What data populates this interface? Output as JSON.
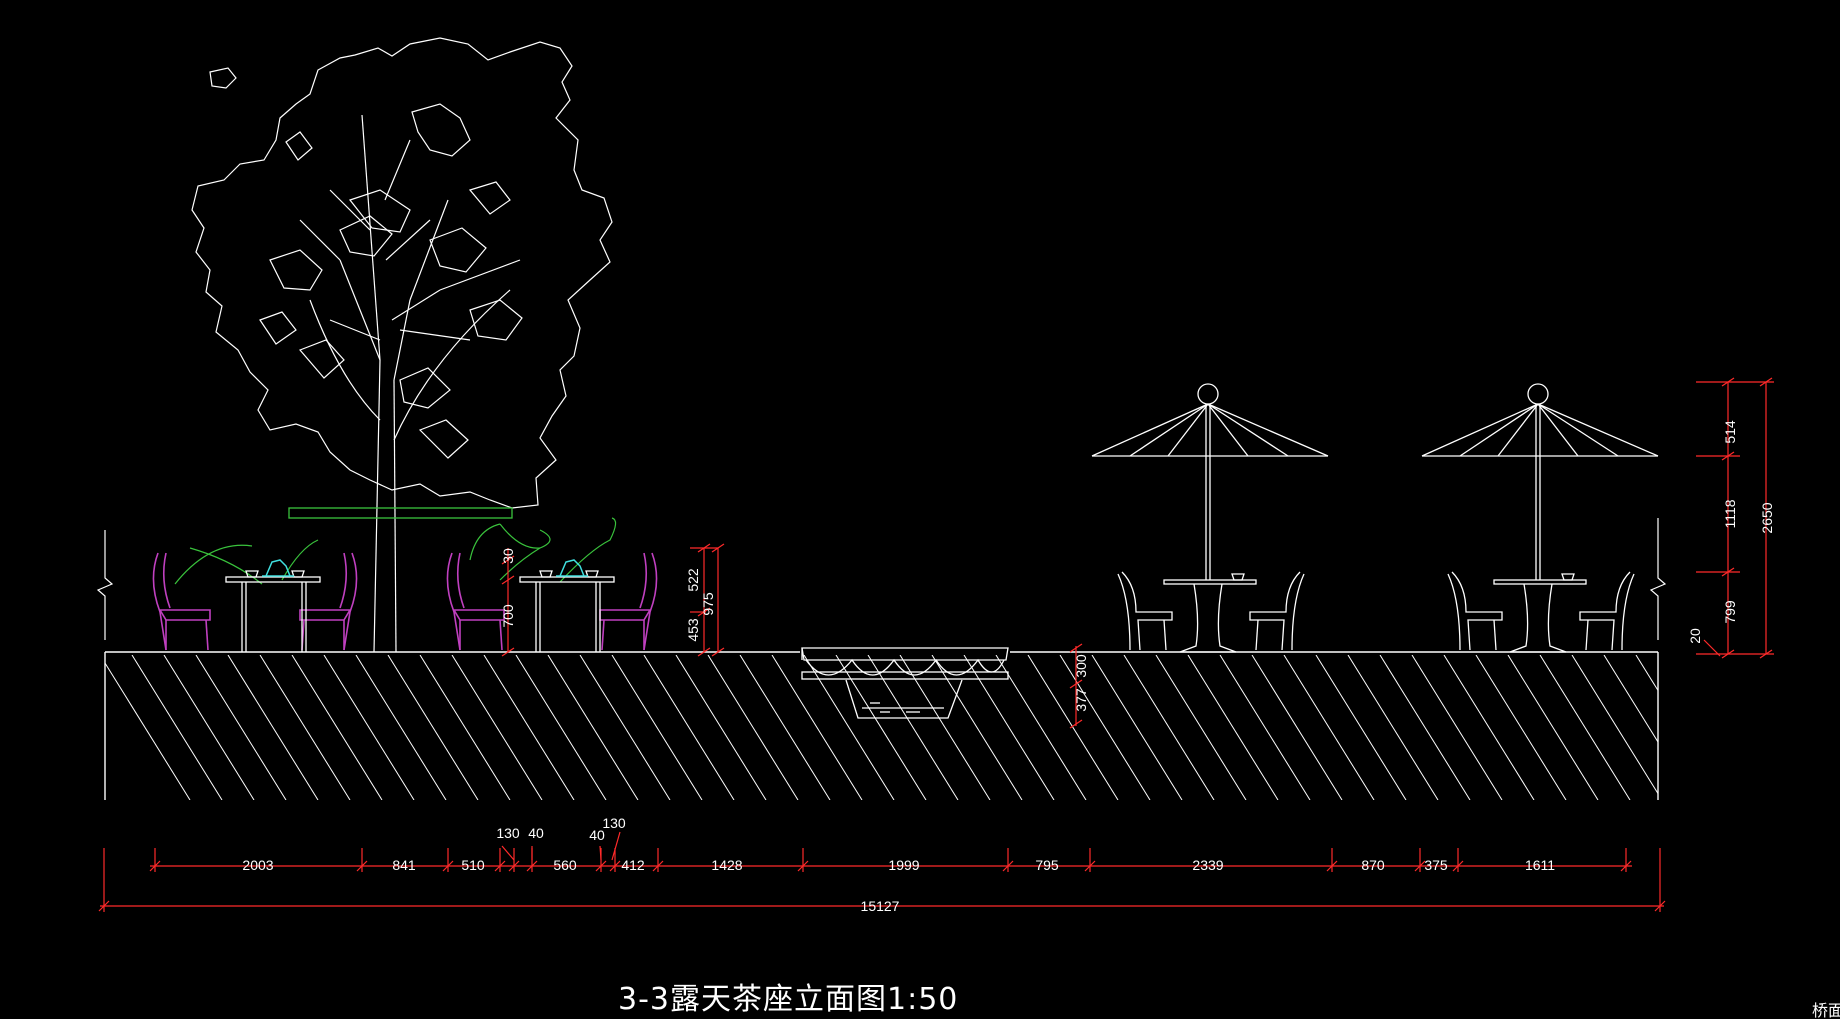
{
  "title": "3-3露天茶座立面图1:50",
  "corner_text": "桥面",
  "dimensions": {
    "bottom_chain": [
      "2003",
      "841",
      "510",
      "560",
      "412",
      "1428",
      "1999",
      "795",
      "2339",
      "870",
      "375",
      "1611"
    ],
    "small_top": [
      "130",
      "40",
      "40",
      "130"
    ],
    "overall": "15127",
    "table_left": [
      "522",
      "975",
      "453",
      "700",
      "30"
    ],
    "pond": [
      "300",
      "377"
    ],
    "umbrella": [
      "514",
      "1118",
      "799",
      "2650",
      "20"
    ]
  },
  "colors": {
    "background": "#000000",
    "lines": "#ffffff",
    "dimension": "#ff2a2a",
    "chairs": "#c040c0",
    "plants": "#39c23c",
    "teapot": "#40e0e0"
  }
}
